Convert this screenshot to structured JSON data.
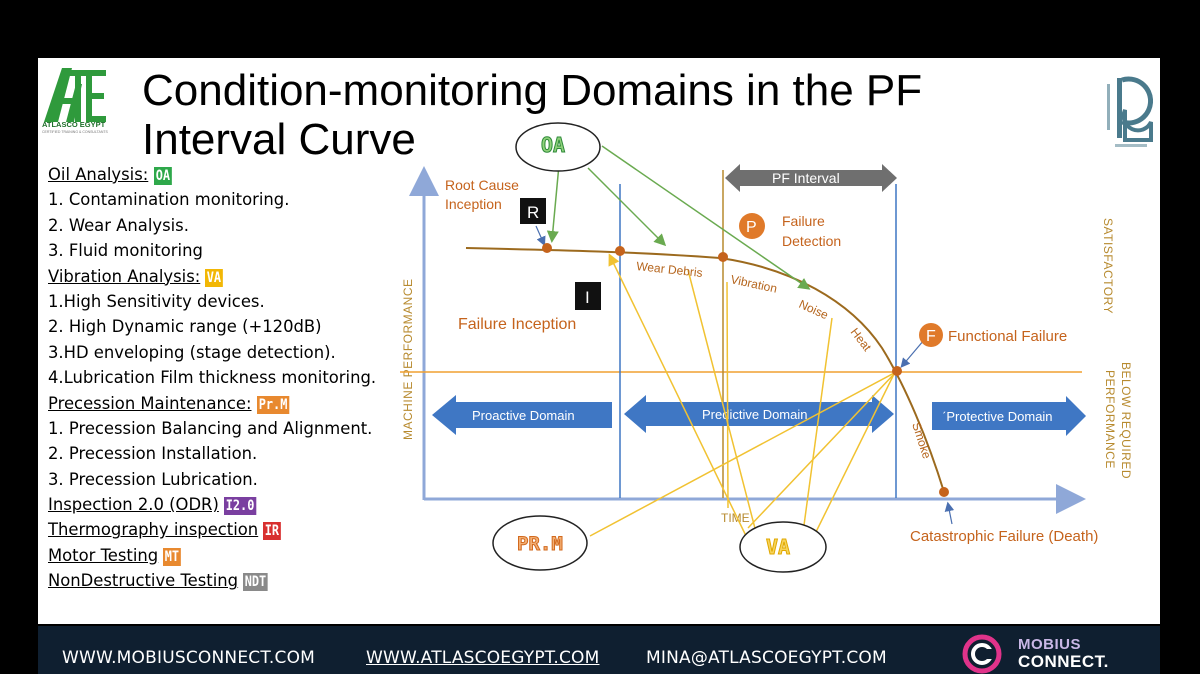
{
  "title": "Condition-monitoring Domains in the PF Interval Curve",
  "brand": {
    "logo_text": "ATLASCO EGYPT",
    "logo_subtext": "CERTIFIED TRAINING & CONSULTANTS"
  },
  "left_list": [
    {
      "kind": "heading",
      "text": "Oil Analysis:",
      "tag": "OA",
      "tag_color": "#2ea84a"
    },
    {
      "kind": "item",
      "text": "1. Contamination monitoring."
    },
    {
      "kind": "item",
      "text": "2. Wear Analysis."
    },
    {
      "kind": "item",
      "text": "3. Fluid monitoring"
    },
    {
      "kind": "heading",
      "text": "Vibration Analysis:",
      "tag": "VA",
      "tag_color": "#f2b705"
    },
    {
      "kind": "item",
      "text": "1.High Sensitivity devices."
    },
    {
      "kind": "item",
      "text": "2. High Dynamic range (+120dB)"
    },
    {
      "kind": "item",
      "text": "3.HD enveloping (stage detection)."
    },
    {
      "kind": "item",
      "text": "4.Lubrication Film thickness monitoring."
    },
    {
      "kind": "heading",
      "text": "Precession Maintenance:",
      "tag": "Pr.M",
      "tag_color": "#e8892f"
    },
    {
      "kind": "item",
      "text": "1.   Precession Balancing and Alignment."
    },
    {
      "kind": "item",
      "text": "2.   Precession Installation."
    },
    {
      "kind": "item",
      "text": "3.   Precession Lubrication."
    },
    {
      "kind": "heading",
      "text": "Inspection 2.0 (ODR)",
      "tag": "I2.0",
      "tag_color": "#7a3fa0"
    },
    {
      "kind": "heading",
      "text": "Thermography inspection",
      "tag": "IR",
      "tag_color": "#d8302f"
    },
    {
      "kind": "heading",
      "text": "Motor Testing",
      "tag": "MT",
      "tag_color": "#e8892f"
    },
    {
      "kind": "heading",
      "text": "NonDestructive Testing",
      "tag": "NDT",
      "tag_color": "#8a8a8a"
    }
  ],
  "diagram": {
    "y_axis_label": "MACHINE PERFORMANCE",
    "x_axis_label": "TIME",
    "right_label_top": "SATISFACTORY",
    "right_label_bottom_1": "BELOW REQUIRED",
    "right_label_bottom_2": "PERFORMANCE",
    "pf_interval": "PF Interval",
    "root_cause_1": "Root Cause",
    "root_cause_2": "Inception",
    "marker_r": "R",
    "marker_i": "I",
    "marker_p": "P",
    "marker_f": "F",
    "failure_detection_1": "Failure",
    "failure_detection_2": "Detection",
    "failure_inception": "Failure Inception",
    "functional_failure": "Functional Failure",
    "catastrophic_failure": "Catastrophic Failure (Death)",
    "curve_labels": [
      "Wear Debris",
      "Vibration",
      "Noise",
      "Heat",
      "Smoke"
    ],
    "domains": {
      "proactive": "Proactive Domain",
      "predictive": "Predictive Domain",
      "protective": "ˊProtective Domain"
    },
    "bubbles": {
      "oa": "OA",
      "prm": "PR.M",
      "va": "VA"
    }
  },
  "colors": {
    "curve": "#9c6a1e",
    "dot": "#c5631c",
    "arrow_blue": "#3f77c4",
    "green_line": "#6aaa50",
    "yellow_line": "#f1c232",
    "orange_line": "#f0a030",
    "axis": "#8fa8d8",
    "footer_bg": "#0f1f30"
  },
  "footer": {
    "link1": "WWW.MOBIUSCONNECT.COM",
    "link2": "WWW.ATLASCOEGYPT.COM",
    "link3": "MINA@ATLASCOEGYPT.COM",
    "brand_1": "MOBIUS",
    "brand_2": "CONNECT."
  }
}
